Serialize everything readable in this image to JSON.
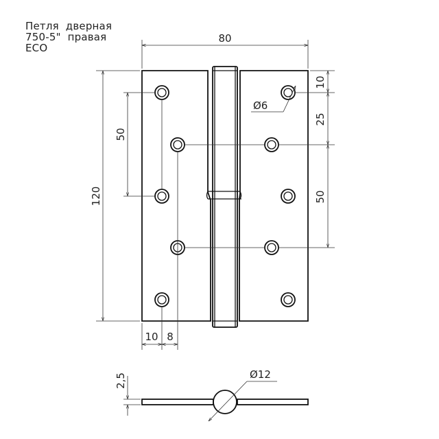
{
  "title": {
    "line1": "Петля  дверная",
    "line2": "750-5\"  правая",
    "line3": "ECO"
  },
  "dimensions": {
    "width": "80",
    "height": "120",
    "top_offset": "10",
    "hole_diameter": "Ø6",
    "spacing_25": "25",
    "spacing_50_left": "50",
    "spacing_50_right": "50",
    "bottom_10": "10",
    "bottom_8": "8",
    "thickness": "2,5",
    "knuckle_diameter": "Ø12"
  }
}
